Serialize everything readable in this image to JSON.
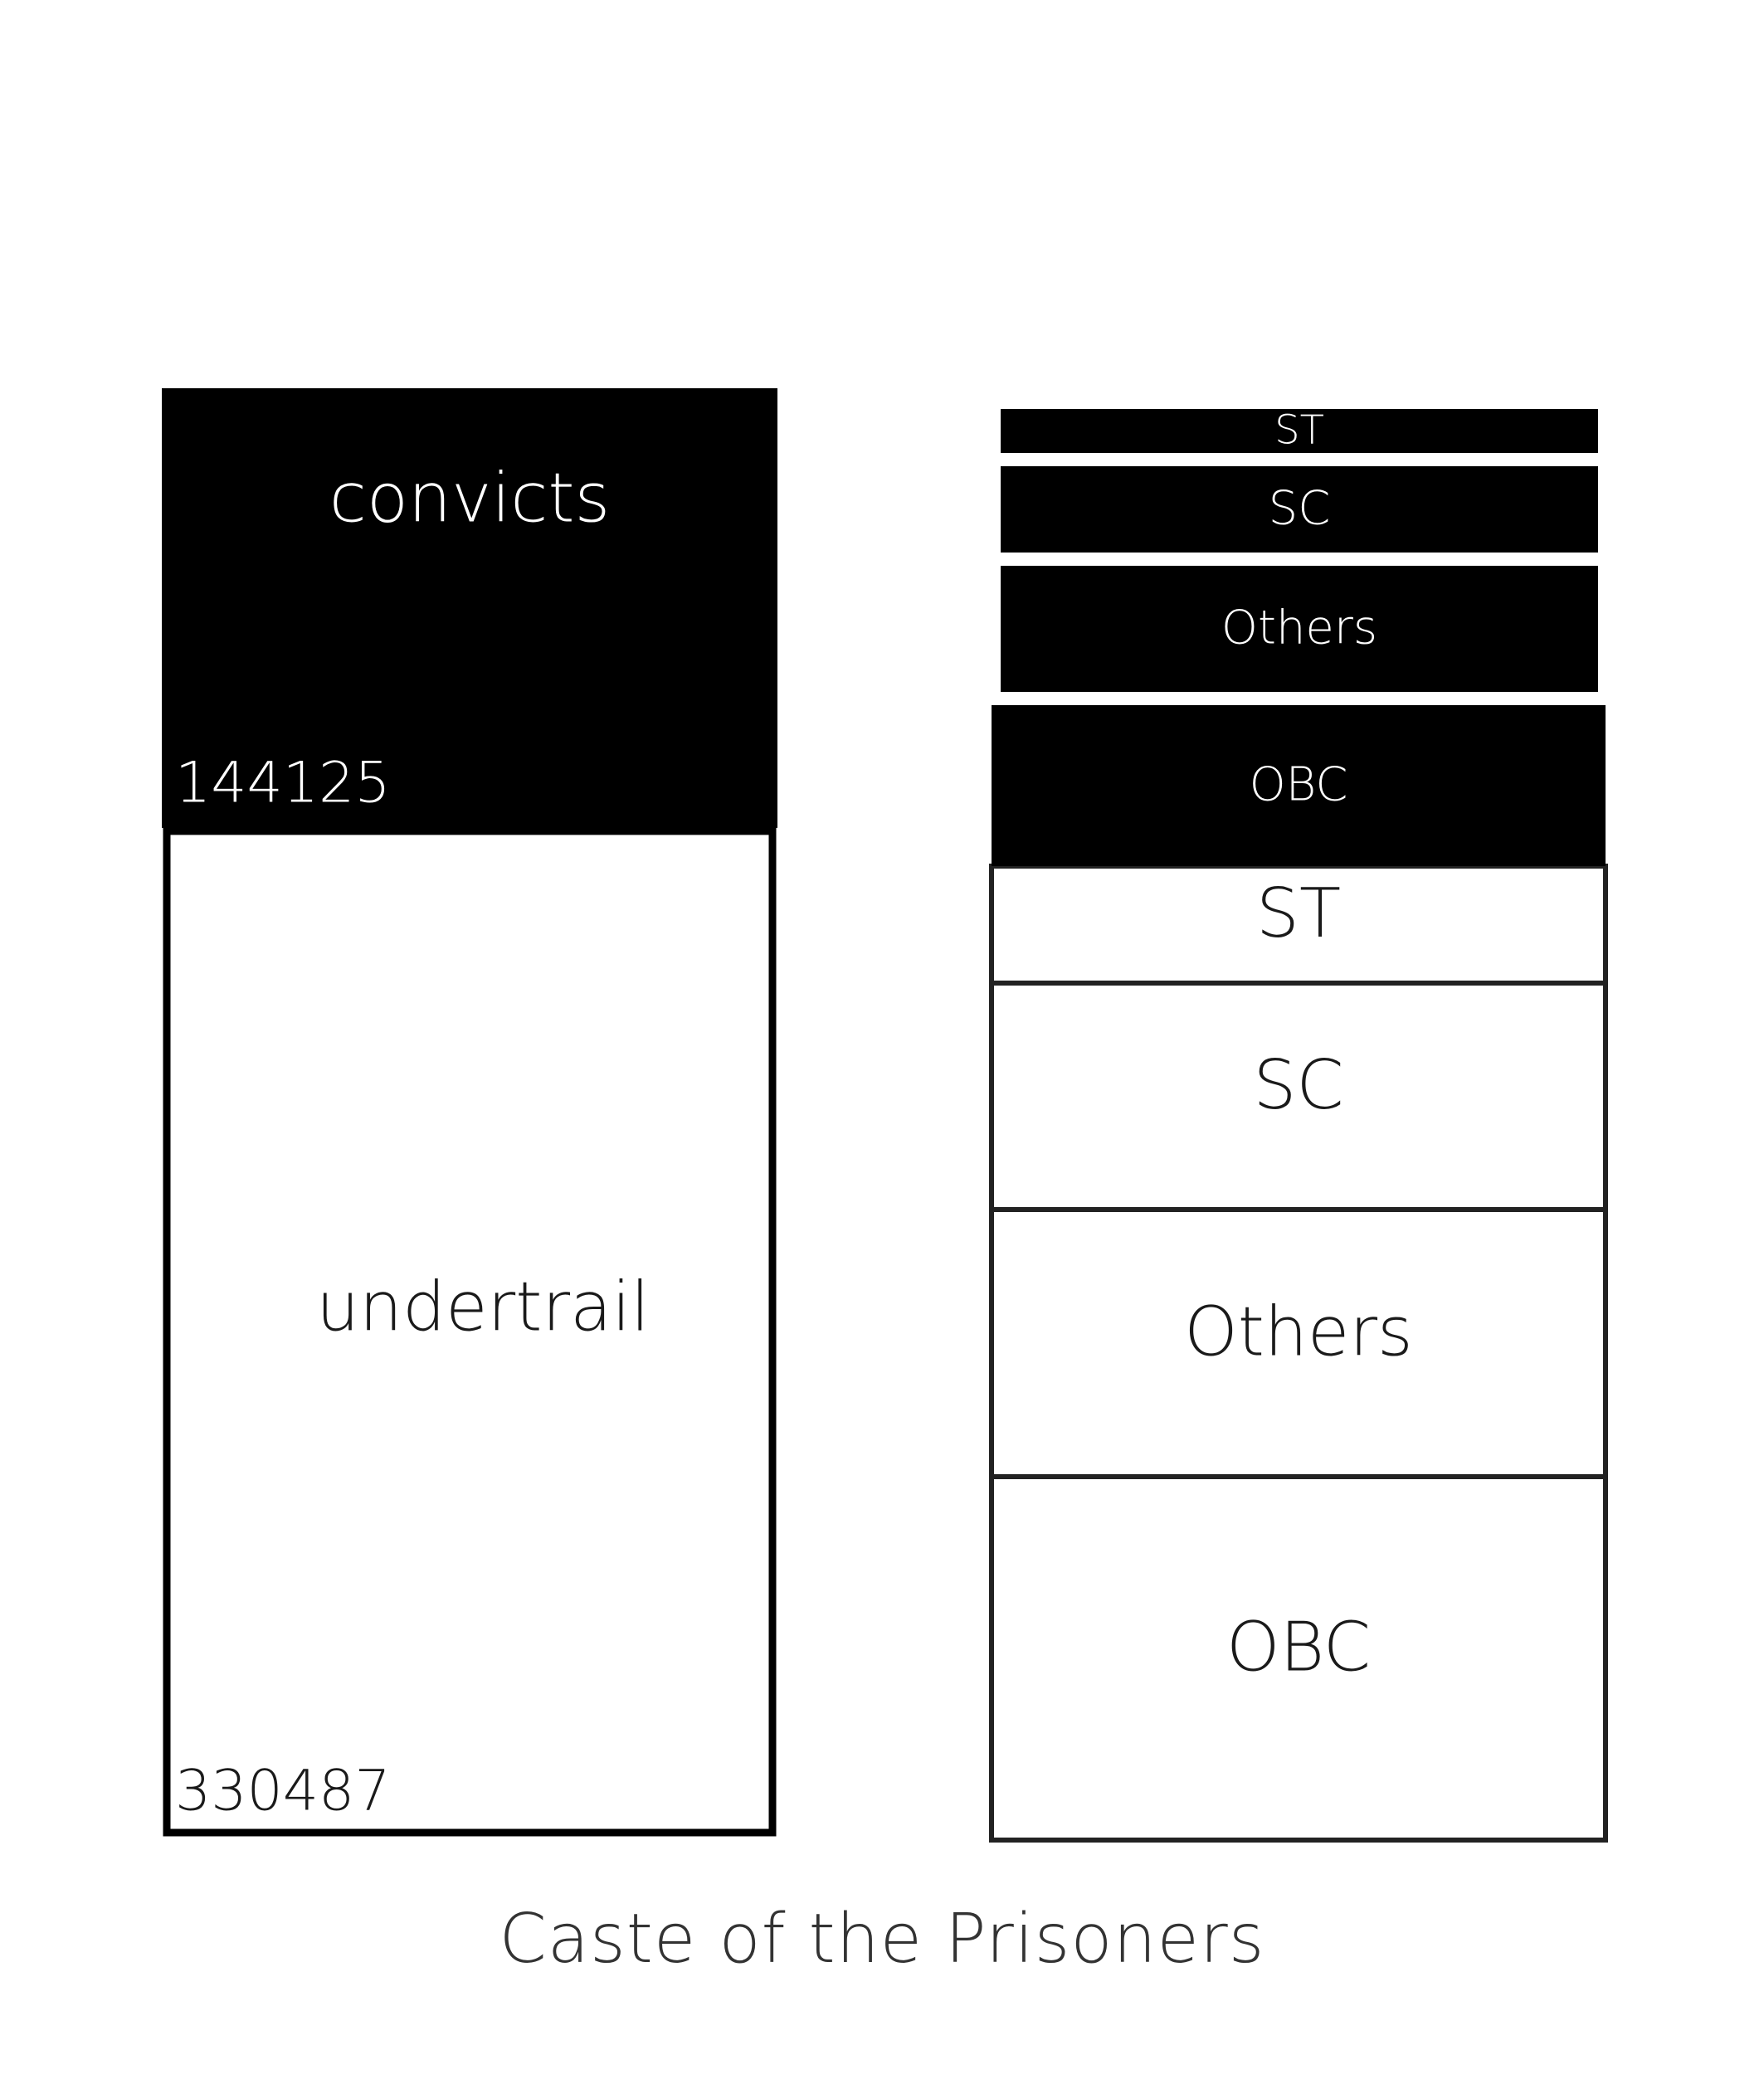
{
  "chart_data": {
    "type": "stacked-bar",
    "title": "Caste of the Prisoners",
    "colors": {
      "convicts": "#000000",
      "undertrial": "#ffffff",
      "outline": "#222222",
      "text_on_dark": "#ffffff",
      "text_on_light": "#1a1a1a"
    },
    "left_bar": {
      "segments": [
        {
          "label": "undertrail",
          "value": 330487,
          "value_label": "330487",
          "fill": "white"
        },
        {
          "label": "convicts",
          "value": 144125,
          "value_label": "144125",
          "fill": "black"
        }
      ]
    },
    "right_bar": {
      "groups": [
        {
          "name": "undertrail",
          "fill": "white",
          "segments": [
            {
              "label": "OBC"
            },
            {
              "label": "Others"
            },
            {
              "label": "SC"
            },
            {
              "label": "ST"
            }
          ]
        },
        {
          "name": "convicts",
          "fill": "black",
          "segments": [
            {
              "label": "OBC"
            },
            {
              "label": "Others"
            },
            {
              "label": "SC"
            },
            {
              "label": "ST"
            }
          ]
        }
      ]
    }
  }
}
